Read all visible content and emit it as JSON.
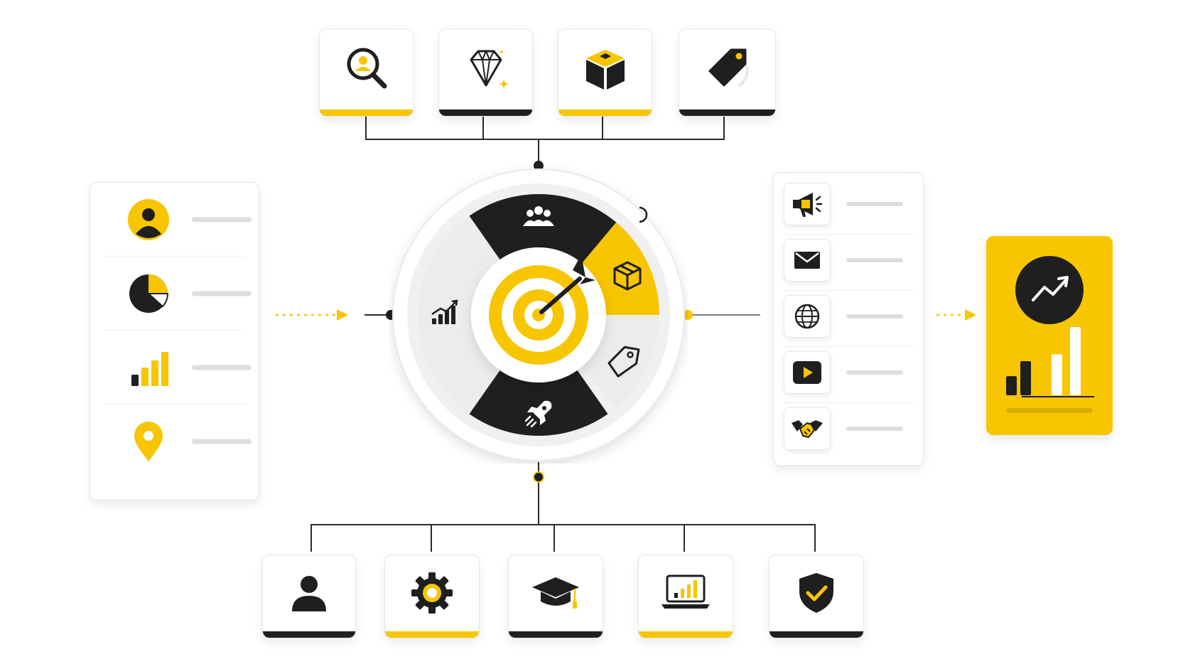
{
  "theme": {
    "accent": "#f7c600",
    "dark": "#1f1f1f",
    "light_gray": "#ececec",
    "line_gray": "#dedede"
  },
  "top_tiles": [
    {
      "icon": "magnifier-person-icon",
      "bar_color": "#f7c600"
    },
    {
      "icon": "diamond-icon",
      "bar_color": "#1f1f1f"
    },
    {
      "icon": "box-icon",
      "bar_color": "#f7c600"
    },
    {
      "icon": "price-tag-icon",
      "bar_color": "#1f1f1f"
    }
  ],
  "bottom_tiles": [
    {
      "icon": "person-icon",
      "bar_color": "#1f1f1f"
    },
    {
      "icon": "gear-icon",
      "bar_color": "#f7c600"
    },
    {
      "icon": "graduation-cap-icon",
      "bar_color": "#1f1f1f"
    },
    {
      "icon": "laptop-chart-icon",
      "bar_color": "#f7c600"
    },
    {
      "icon": "shield-check-icon",
      "bar_color": "#1f1f1f"
    }
  ],
  "left_panel": {
    "rows": [
      {
        "icon": "user-avatar-icon"
      },
      {
        "icon": "pie-chart-icon"
      },
      {
        "icon": "bar-chart-icon"
      },
      {
        "icon": "location-pin-icon"
      }
    ]
  },
  "right_panel": {
    "rows": [
      {
        "icon": "megaphone-icon"
      },
      {
        "icon": "envelope-icon"
      },
      {
        "icon": "globe-icon"
      },
      {
        "icon": "play-button-icon"
      },
      {
        "icon": "handshake-icon"
      }
    ]
  },
  "wheel": {
    "segments": [
      {
        "icon": "team-icon",
        "color": "#1f1f1f"
      },
      {
        "icon": "package-icon",
        "color": "#f7c600"
      },
      {
        "icon": "tag-icon",
        "color": "#ececec"
      },
      {
        "icon": "rocket-icon",
        "color": "#1f1f1f"
      },
      {
        "icon": "growth-chart-icon",
        "color": "#ececec"
      }
    ],
    "center_icon": "target-arrow-icon"
  },
  "result_card": {
    "icon": "trend-up-icon",
    "bar_values": [
      0.28,
      0.5,
      0.6,
      1.0
    ],
    "color": "#f7c600"
  }
}
